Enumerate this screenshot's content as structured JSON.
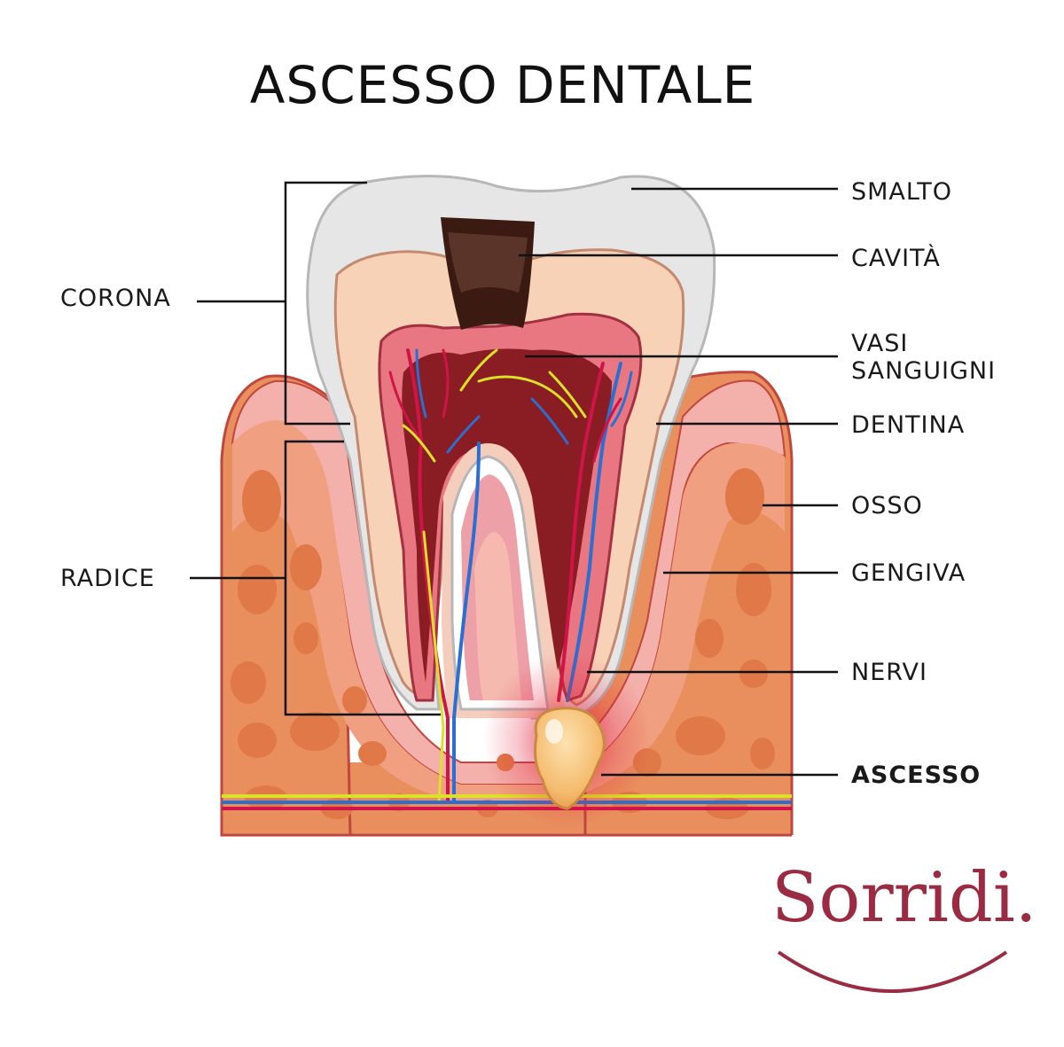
{
  "title": "ASCESSO DENTALE",
  "labels": {
    "smalto": "SMALTO",
    "cavita": "CAVITÀ",
    "vasi_line1": "VASI",
    "vasi_line2": "SANGUIGNI",
    "dentina": "DENTINA",
    "osso": "OSSO",
    "gengiva": "GENGIVA",
    "nervi": "NERVI",
    "ascesso": "ASCESSO",
    "corona": "CORONA",
    "radice": "RADICE"
  },
  "brand": {
    "name": "Sorridi."
  },
  "colors": {
    "brand": "#9b2b43",
    "bone": "#eea070",
    "bone_spot": "#e07848",
    "gum": "#eb8a8c",
    "enamel": "#e6e6e6",
    "dentin": "#f8d2b6",
    "pulp": "#8a1d23",
    "cavity": "#3b1a12",
    "abscess": "#f6c27a",
    "nerve_blue": "#2a6fd1",
    "vessel_red": "#cf1548",
    "nerve_yellow": "#dbe02a"
  }
}
